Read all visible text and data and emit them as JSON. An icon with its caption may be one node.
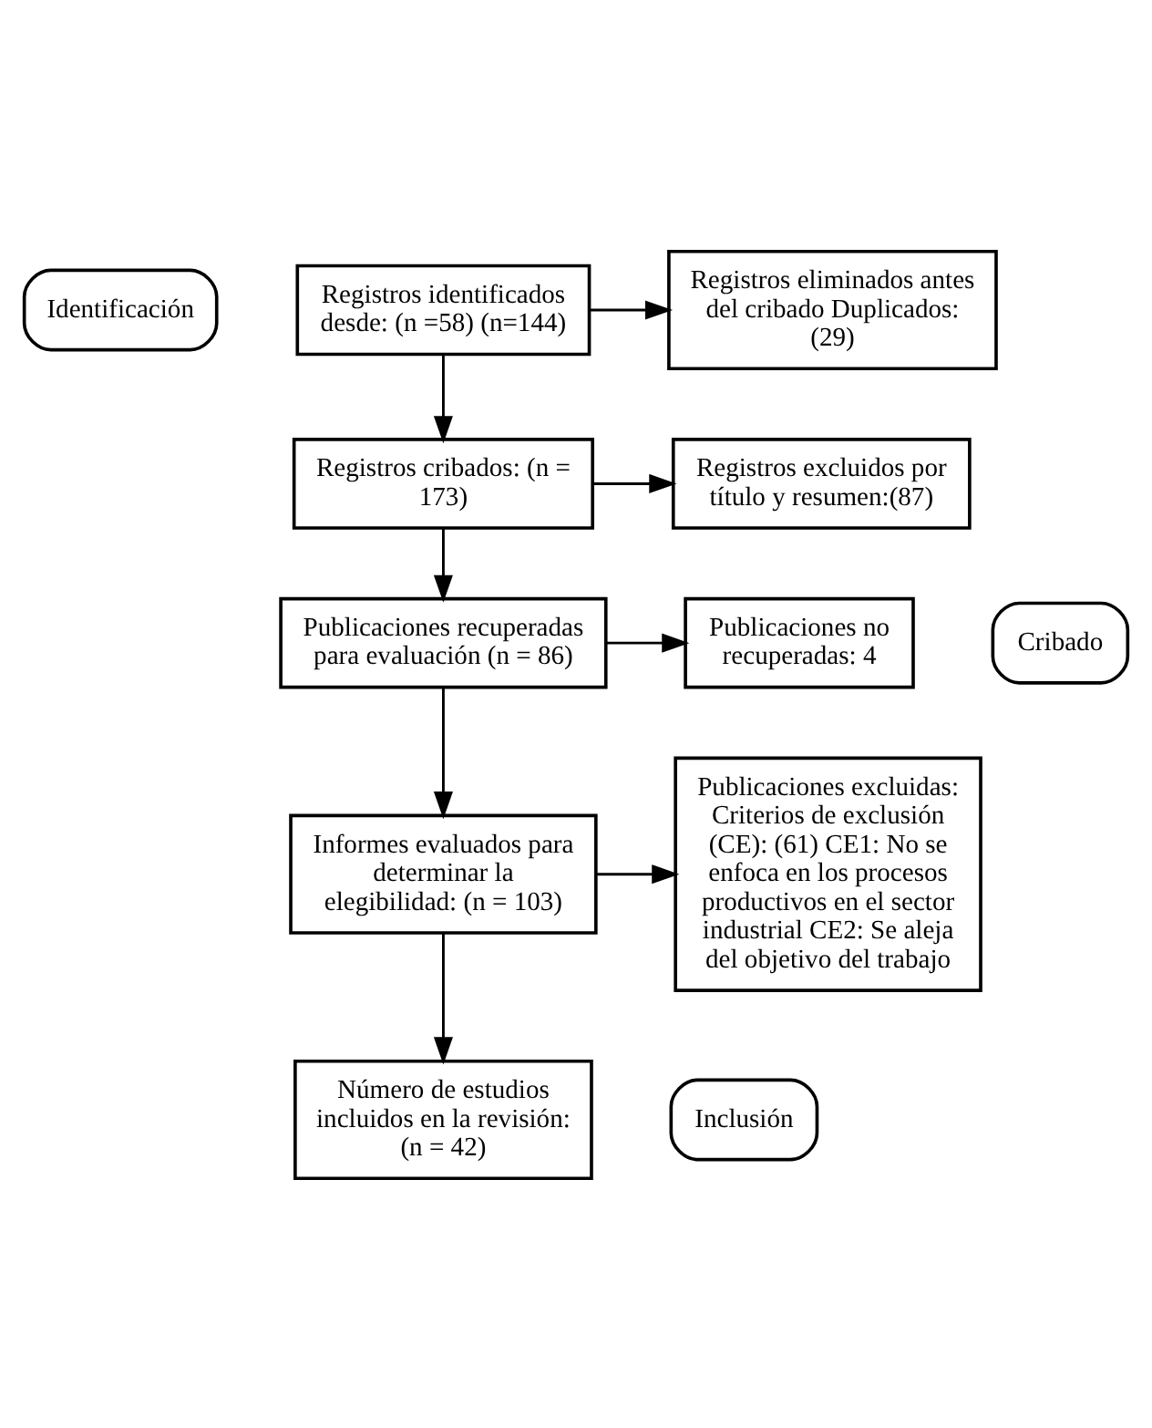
{
  "diagram": {
    "nodes": [
      {
        "text": [
          "Identificación"
        ]
      },
      {
        "text": [
          "Registros identificados desde: (n =58) (n=144)"
        ]
      },
      {
        "text": [
          "Registros eliminados antes del cribado Duplicados: (29)"
        ]
      },
      {
        "text": [
          "Cribado"
        ]
      },
      {
        "text": [
          "Registros cribados: (n = 173)"
        ]
      },
      {
        "text": [
          "Registros excluidos por título y resumen:(87)"
        ]
      },
      {
        "text": [
          "Publicaciones recuperadas para evaluación (n = 86)"
        ]
      },
      {
        "text": [
          "Publicaciones no recuperadas: 4"
        ]
      },
      {
        "text": [
          "Informes evaluados para determinar la elegibilidad: (n = 103)"
        ]
      },
      {
        "text": [
          "Publicaciones excluidas: Criterios de exclusión (CE): (61) CE1: No se enfoca en los procesos productivos en el sector industrial CE2: Se aleja del objetivo del trabajo"
        ]
      },
      {
        "text": [
          "Inclusión"
        ]
      },
      {
        "text": [
          "Número de estudios incluidos en la revisión: (n = 42)"
        ]
      }
    ],
    "edges": [
      {
        "from": 1,
        "to": 2,
        "arrow": "to"
      },
      {
        "from": 1,
        "to": 4,
        "arrow": "to"
      },
      {
        "from": 4,
        "to": 5,
        "arrow": "to"
      },
      {
        "from": 4,
        "to": 6,
        "arrow": "to"
      },
      {
        "from": 6,
        "to": 7,
        "arrow": "to"
      },
      {
        "from": 6,
        "to": 8,
        "arrow": "to"
      },
      {
        "from": 8,
        "to": 9,
        "arrow": "to"
      },
      {
        "from": 8,
        "to": 11,
        "arrow": "to"
      }
    ]
  }
}
